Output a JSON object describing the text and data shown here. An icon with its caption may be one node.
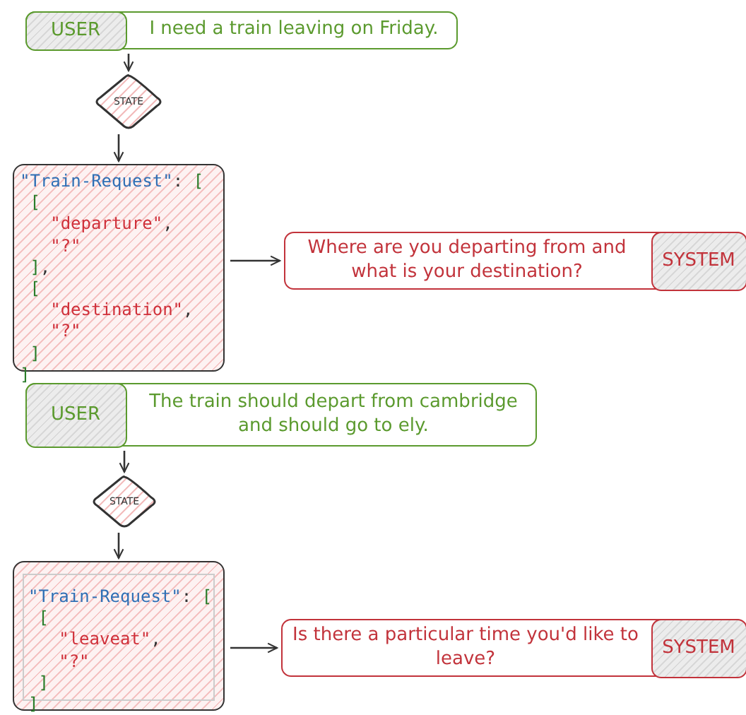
{
  "diagram": {
    "nodes": [
      {
        "text": [
          "I need a train leaving on Friday."
        ]
      },
      {
        "text": [
          "USER"
        ],
        "in": 0
      },
      {
        "text": [
          "STATE"
        ]
      },
      {
        "text": [
          "\"Train-Request\": [",
          "[",
          "\"departure\",",
          "\"?\"",
          "],",
          "[",
          "\"destination\",",
          "\"?\"",
          "]",
          "]"
        ]
      },
      {
        "text": [
          "Where are you departing from and what is your destination?"
        ]
      },
      {
        "text": [
          "SYSTEM"
        ],
        "in": 4
      },
      {
        "text": [
          "The train should depart from cambridge and should go to ely."
        ]
      },
      {
        "text": [
          "USER"
        ],
        "in": 6
      },
      {
        "text": [
          "STATE"
        ]
      },
      {
        "text": [
          "\"Train-Request\": [",
          "[",
          "\"leaveat\",",
          "\"?\"",
          "]",
          "]"
        ]
      },
      {
        "text": [
          "Is there a particular time you'd like to leave?"
        ]
      },
      {
        "text": [
          "SYSTEM"
        ],
        "in": 10
      }
    ],
    "edges": [
      {
        "from": 0,
        "to": 2,
        "arrow": "to"
      },
      {
        "from": 2,
        "to": 3,
        "arrow": "to"
      },
      {
        "from": 3,
        "to": 4,
        "arrow": "to"
      },
      {
        "from": 6,
        "to": 8,
        "arrow": "to"
      },
      {
        "from": 8,
        "to": 9,
        "arrow": "to"
      },
      {
        "from": 9,
        "to": 10,
        "arrow": "to"
      }
    ]
  }
}
